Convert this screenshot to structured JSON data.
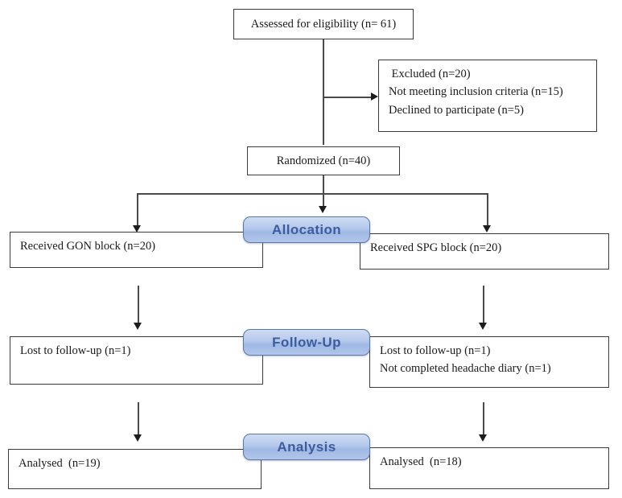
{
  "diagram": {
    "type": "consort-flow-diagram",
    "palette": {
      "box_border": "#3b3b3b",
      "box_background": "#ffffff",
      "connector": "#4a4a4a",
      "banner_text": "#3c5c9e",
      "banner_fill_top": "#cfdcf2",
      "banner_fill_bottom": "#9fb8e4",
      "banner_border": "#5a78a8",
      "text": "#1a1a1a"
    },
    "nodes": {
      "enrollment": {
        "label": "Assessed for eligibility (n= 61)"
      },
      "excluded": {
        "lines": [
          " Excluded (n=20)",
          "Not meeting inclusion criteria (n=15)",
          "Declined to participate (n=5)"
        ]
      },
      "randomized": {
        "label": "Randomized (n=40)"
      },
      "allocation_left": {
        "lines": [
          "Received GON block (n=20)"
        ]
      },
      "allocation_right": {
        "lines": [
          "Received SPG block (n=20)"
        ]
      },
      "followup_left": {
        "lines": [
          "Lost to follow-up (n=1)"
        ]
      },
      "followup_right": {
        "lines": [
          "Lost to follow-up (n=1)",
          "Not completed headache diary (n=1)"
        ]
      },
      "analysis_left": {
        "lines": [
          "Analysed  (n=19)"
        ]
      },
      "analysis_right": {
        "lines": [
          "Analysed  (n=18)"
        ]
      }
    },
    "banners": {
      "allocation": "Allocation",
      "followup": "Follow-Up",
      "analysis": "Analysis"
    }
  }
}
